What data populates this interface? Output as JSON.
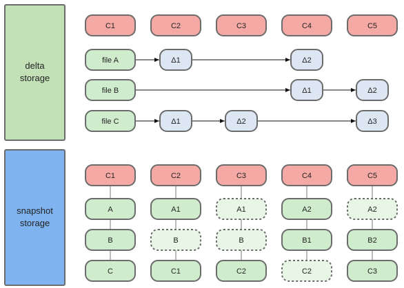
{
  "colors": {
    "commit_fill": "#f4a9a4",
    "commit_stroke": "#6b6b6b",
    "file_fill": "#cfeccd",
    "file_stroke": "#6b6b6b",
    "delta_fill": "#dde6f3",
    "delta_stroke": "#6b6b6b",
    "unchanged_fill": "#e8f6e6",
    "delta_panel_fill": "#c2e1b6",
    "snapshot_panel_fill": "#7fb4f0",
    "panel_stroke": "#6b6b6b"
  },
  "delta_storage": {
    "label_line1": "delta",
    "label_line2": "storage",
    "commits": [
      "C1",
      "C2",
      "C3",
      "C4",
      "C5"
    ],
    "files": [
      {
        "name": "file A",
        "deltas": [
          {
            "label": "Δ1",
            "commit_index": 1
          },
          {
            "label": "Δ2",
            "commit_index": 3
          }
        ]
      },
      {
        "name": "file B",
        "deltas": [
          {
            "label": "Δ1",
            "commit_index": 3
          },
          {
            "label": "Δ2",
            "commit_index": 4
          }
        ]
      },
      {
        "name": "file C",
        "deltas": [
          {
            "label": "Δ1",
            "commit_index": 1
          },
          {
            "label": "Δ2",
            "commit_index": 2
          },
          {
            "label": "Δ3",
            "commit_index": 4
          }
        ]
      }
    ]
  },
  "snapshot_storage": {
    "label_line1": "snapshot",
    "label_line2": "storage",
    "columns": [
      {
        "commit": "C1",
        "files": [
          {
            "label": "A",
            "unchanged": false
          },
          {
            "label": "B",
            "unchanged": false
          },
          {
            "label": "C",
            "unchanged": false
          }
        ]
      },
      {
        "commit": "C2",
        "files": [
          {
            "label": "A1",
            "unchanged": false
          },
          {
            "label": "B",
            "unchanged": true
          },
          {
            "label": "C1",
            "unchanged": false
          }
        ]
      },
      {
        "commit": "C3",
        "files": [
          {
            "label": "A1",
            "unchanged": true
          },
          {
            "label": "B",
            "unchanged": true
          },
          {
            "label": "C2",
            "unchanged": false
          }
        ]
      },
      {
        "commit": "C4",
        "files": [
          {
            "label": "A2",
            "unchanged": false
          },
          {
            "label": "B1",
            "unchanged": false
          },
          {
            "label": "C2",
            "unchanged": true
          }
        ]
      },
      {
        "commit": "C5",
        "files": [
          {
            "label": "A2",
            "unchanged": true
          },
          {
            "label": "B2",
            "unchanged": false
          },
          {
            "label": "C3",
            "unchanged": false
          }
        ]
      }
    ]
  }
}
